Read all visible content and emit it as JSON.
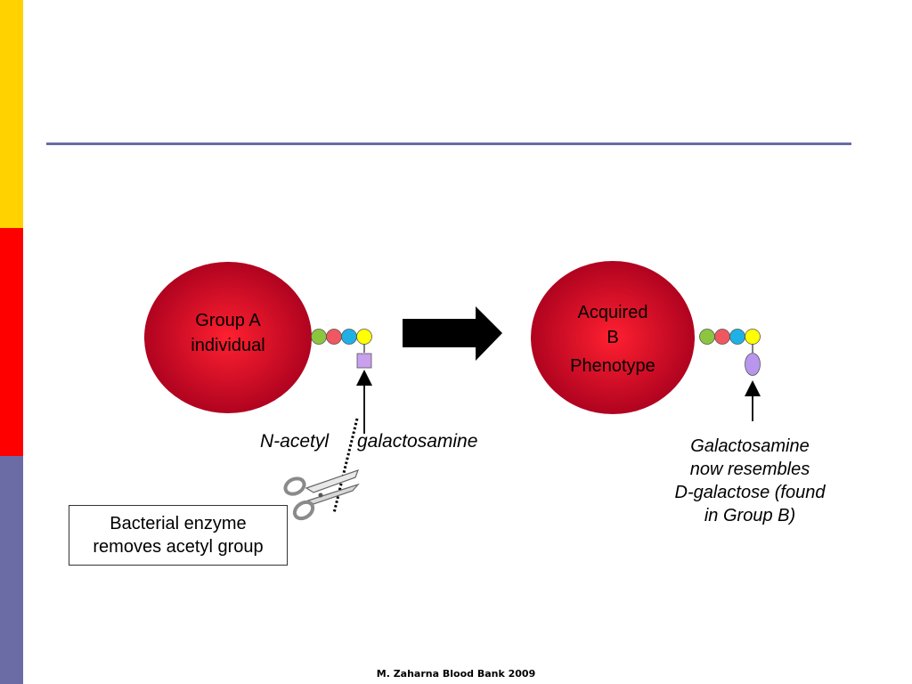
{
  "colors": {
    "sidebar_top": "#ffd200",
    "sidebar_middle": "#ff0000",
    "sidebar_bottom": "#6b6ba6",
    "title_rule": "#6b6ba6",
    "cell_center": "#ff2030",
    "cell_edge": "#a8001e",
    "sugar_green": "#8cc63f",
    "sugar_red": "#ef5860",
    "sugar_blue": "#1fb1e6",
    "sugar_yellow": "#ffff00",
    "galnac_purple": "#c8a0ee",
    "galactosamine_purple": "#b896ee"
  },
  "left_cell": {
    "label_line1": "Group A",
    "label_line2": "individual"
  },
  "right_cell": {
    "label_line1": "Acquired",
    "label_line2": "B",
    "label_line3": "Phenotype"
  },
  "cleavage_label": {
    "part1": "N-acetyl",
    "part2": "galactosamine"
  },
  "enzyme_box": {
    "text": "Bacterial enzyme\nremoves acetyl group"
  },
  "result_note": {
    "text": "Galactosamine\nnow resembles\nD-galactose (found\nin Group B)"
  },
  "icons": {
    "transition": "arrow-right-icon",
    "cut": "scissors-icon"
  },
  "footer": {
    "text": "M. Zaharna Blood Bank 2009"
  }
}
